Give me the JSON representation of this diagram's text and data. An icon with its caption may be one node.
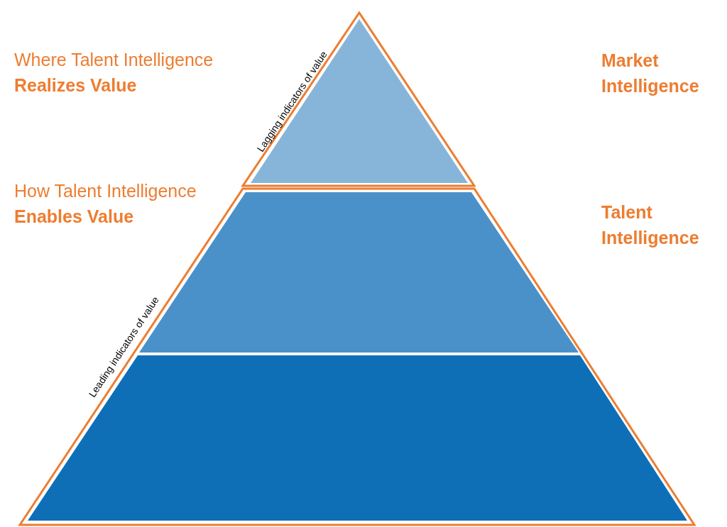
{
  "diagram": {
    "labels": [
      "Where Talent Intelligence **Realizes Value**",
      "Market Intelligence",
      "Lagging indicators of value",
      "How Talent Intelligence **Enables Value**",
      "Talent Intelligence",
      "Leading indicators of value"
    ]
  }
}
